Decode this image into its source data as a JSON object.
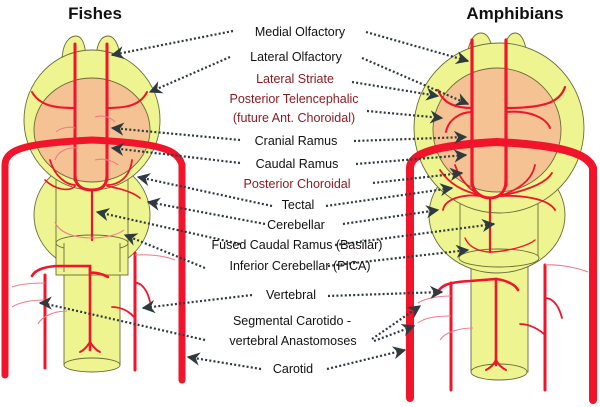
{
  "titles": {
    "left": "Fishes",
    "right": "Amphibians"
  },
  "labels": [
    {
      "id": "medial-olfactory",
      "text": "Medial Olfactory",
      "color": "black"
    },
    {
      "id": "lateral-olfactory",
      "text": "Lateral Olfactory",
      "color": "black"
    },
    {
      "id": "lateral-striate",
      "text": "Lateral Striate",
      "color": "red"
    },
    {
      "id": "posterior-telencephalic",
      "text": "Posterior Telencephalic",
      "color": "red"
    },
    {
      "id": "future-ant-choroidal",
      "text": "(future Ant. Choroidal)",
      "color": "red"
    },
    {
      "id": "cranial-ramus",
      "text": "Cranial Ramus",
      "color": "black"
    },
    {
      "id": "caudal-ramus",
      "text": "Caudal Ramus",
      "color": "black"
    },
    {
      "id": "posterior-choroidal",
      "text": "Posterior Choroidal",
      "color": "red"
    },
    {
      "id": "tectal",
      "text": "Tectal",
      "color": "black"
    },
    {
      "id": "cerebellar",
      "text": "Cerebellar",
      "color": "black"
    },
    {
      "id": "fused-caudal-ramus",
      "text": "Fused Caudal Ramus (Basilar)",
      "color": "black"
    },
    {
      "id": "inferior-cerebellar",
      "text": "Inferior Cerebellar (PICA)",
      "color": "black"
    },
    {
      "id": "vertebral",
      "text": "Vertebral",
      "color": "black"
    },
    {
      "id": "segmental-1",
      "text": "Segmental Carotido -",
      "color": "black"
    },
    {
      "id": "segmental-2",
      "text": "vertebral Anastomoses",
      "color": "black"
    },
    {
      "id": "carotid",
      "text": "Carotid",
      "color": "black"
    }
  ],
  "colors": {
    "artery": "#f2142b",
    "brain": "#eef590",
    "telencephalon": "#f4c293",
    "leader": "#2e3a3f",
    "red_label": "#8b1a1f"
  }
}
